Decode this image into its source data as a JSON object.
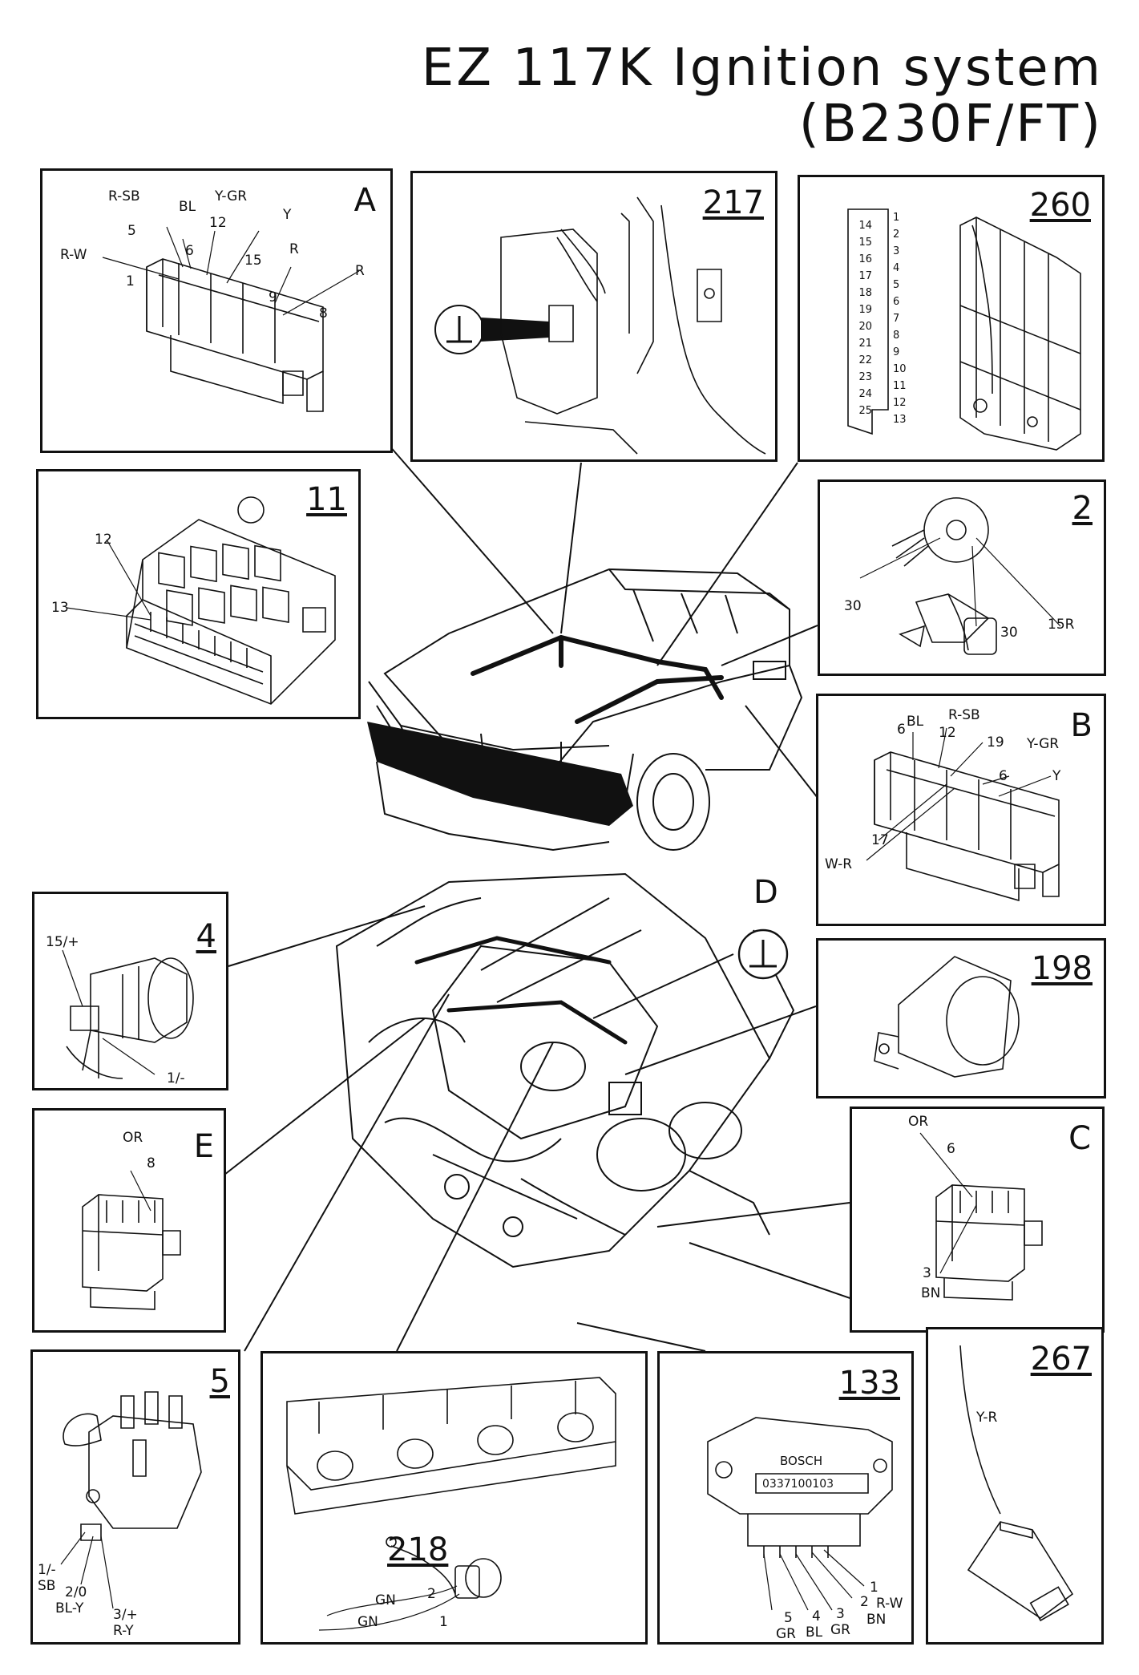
{
  "title": {
    "line1": "EZ 117K Ignition system",
    "line2": "(B230F/FT)"
  },
  "panels": {
    "A": {
      "label": "A",
      "wires": [
        "R-SB",
        "5",
        "BL",
        "Y-GR",
        "12",
        "Y",
        "R-W",
        "6",
        "15",
        "1",
        "R",
        "9",
        "R",
        "8"
      ]
    },
    "p217": {
      "label": "217"
    },
    "p260": {
      "label": "260",
      "pins_left": [
        "14",
        "15",
        "16",
        "17",
        "18",
        "19",
        "20",
        "21",
        "22",
        "23",
        "24",
        "25"
      ],
      "pins_right": [
        "1",
        "2",
        "3",
        "4",
        "5",
        "6",
        "7",
        "8",
        "9",
        "10",
        "11",
        "12",
        "13"
      ]
    },
    "p11": {
      "label": "11",
      "pins": [
        "12",
        "13"
      ]
    },
    "p2": {
      "label": "2",
      "pins": [
        "30",
        "30",
        "15R"
      ]
    },
    "B": {
      "label": "B",
      "wires": [
        "BL",
        "6",
        "R-SB",
        "12",
        "19",
        "Y-GR",
        "6",
        "Y",
        "17",
        "W-R"
      ]
    },
    "D": {
      "label": "D"
    },
    "p4": {
      "label": "4",
      "pins": [
        "15/+",
        "1/-"
      ]
    },
    "p198": {
      "label": "198"
    },
    "E": {
      "label": "E",
      "wires": [
        "OR",
        "8"
      ]
    },
    "C": {
      "label": "C",
      "wires": [
        "OR",
        "6",
        "3",
        "BN"
      ]
    },
    "p5": {
      "label": "5",
      "pins": [
        "1/-",
        "SB",
        "2/0",
        "BL-Y",
        "3/+",
        "R-Y"
      ]
    },
    "p218": {
      "label": "218",
      "wires": [
        "GN",
        "2",
        "GN",
        "1"
      ]
    },
    "p133": {
      "label": "133",
      "brand": "BOSCH",
      "part_no": "0337100103",
      "pins": [
        "1",
        "R-W",
        "2",
        "BN",
        "3",
        "GR",
        "4",
        "BL",
        "5",
        "GR"
      ]
    },
    "p267": {
      "label": "267",
      "wires": [
        "Y-R"
      ]
    }
  }
}
